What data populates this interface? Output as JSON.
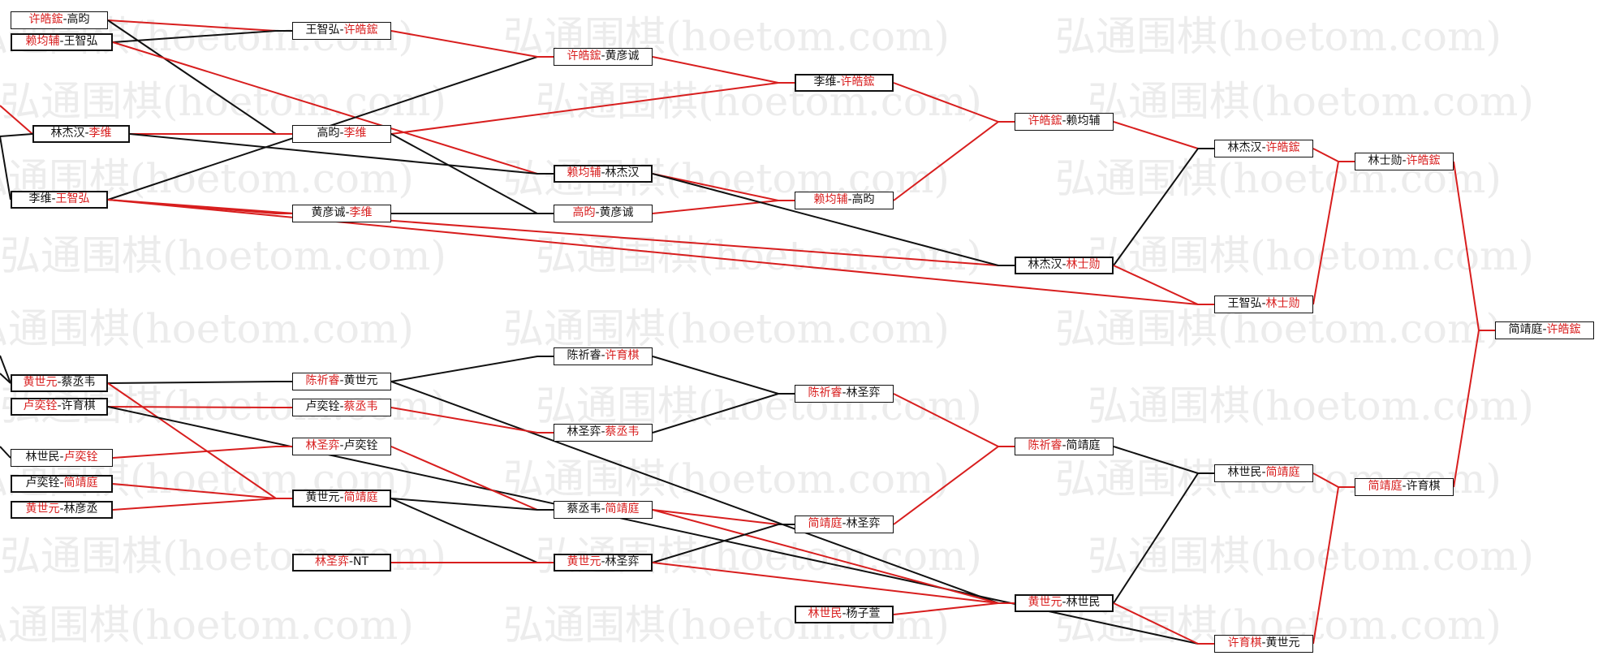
{
  "watermark": "弘通围棋(hoetom.com)",
  "colors": {
    "win": "#d81e1e",
    "lose": "#111111",
    "watermark": "#ececec"
  },
  "matches": [
    {
      "id": "r1_1",
      "p1": "许皓鋐",
      "p2": "高昀",
      "winner": 1
    },
    {
      "id": "r1_2",
      "p1": "赖均辅",
      "p2": "王智弘",
      "winner": 1
    },
    {
      "id": "r1_3",
      "p1": "林杰汉",
      "p2": "李维",
      "winner": 2
    },
    {
      "id": "r1_4",
      "p1": "李维",
      "p2": "王智弘",
      "winner": 2
    },
    {
      "id": "r1_5",
      "p1": "黄世元",
      "p2": "蔡丞韦",
      "winner": 1
    },
    {
      "id": "r1_6",
      "p1": "卢奕铨",
      "p2": "许育棋",
      "winner": 1
    },
    {
      "id": "r1_7",
      "p1": "林世民",
      "p2": "卢奕铨",
      "winner": 2
    },
    {
      "id": "r1_8",
      "p1": "卢奕铨",
      "p2": "简靖庭",
      "winner": 2
    },
    {
      "id": "r1_9",
      "p1": "黄世元",
      "p2": "林彦丞",
      "winner": 1
    },
    {
      "id": "r2_1",
      "p1": "王智弘",
      "p2": "许皓鋐",
      "winner": 2
    },
    {
      "id": "r2_2",
      "p1": "高昀",
      "p2": "李维",
      "winner": 2
    },
    {
      "id": "r2_3",
      "p1": "黄彦诚",
      "p2": "李维",
      "winner": 2
    },
    {
      "id": "r2_4",
      "p1": "陈祈睿",
      "p2": "黄世元",
      "winner": 1
    },
    {
      "id": "r2_5",
      "p1": "卢奕铨",
      "p2": "蔡丞韦",
      "winner": 2
    },
    {
      "id": "r2_6",
      "p1": "林圣弈",
      "p2": "卢奕铨",
      "winner": 1
    },
    {
      "id": "r2_7",
      "p1": "黄世元",
      "p2": "简靖庭",
      "winner": 2
    },
    {
      "id": "r2_8",
      "p1": "林圣弈",
      "p2": "NT",
      "winner": 1
    },
    {
      "id": "r3_1",
      "p1": "许皓鋐",
      "p2": "黄彦诚",
      "winner": 1
    },
    {
      "id": "r3_2",
      "p1": "赖均辅",
      "p2": "林杰汉",
      "winner": 1
    },
    {
      "id": "r3_3",
      "p1": "高昀",
      "p2": "黄彦诚",
      "winner": 1
    },
    {
      "id": "r3_4",
      "p1": "陈祈睿",
      "p2": "许育棋",
      "winner": 2
    },
    {
      "id": "r3_5",
      "p1": "林圣弈",
      "p2": "蔡丞韦",
      "winner": 2
    },
    {
      "id": "r3_6",
      "p1": "蔡丞韦",
      "p2": "简靖庭",
      "winner": 2
    },
    {
      "id": "r3_7",
      "p1": "黄世元",
      "p2": "林圣弈",
      "winner": 1
    },
    {
      "id": "r4_1",
      "p1": "李维",
      "p2": "许皓鋐",
      "winner": 2
    },
    {
      "id": "r4_2",
      "p1": "赖均辅",
      "p2": "高昀",
      "winner": 1
    },
    {
      "id": "r4_3",
      "p1": "陈祈睿",
      "p2": "林圣弈",
      "winner": 1
    },
    {
      "id": "r4_4",
      "p1": "简靖庭",
      "p2": "林圣弈",
      "winner": 1
    },
    {
      "id": "r4_5",
      "p1": "林世民",
      "p2": "杨子萱",
      "winner": 1
    },
    {
      "id": "r5_1",
      "p1": "许皓鋐",
      "p2": "赖均辅",
      "winner": 1
    },
    {
      "id": "r5_2",
      "p1": "林杰汉",
      "p2": "林士勋",
      "winner": 2
    },
    {
      "id": "r5_3",
      "p1": "陈祈睿",
      "p2": "简靖庭",
      "winner": 1
    },
    {
      "id": "r5_4",
      "p1": "黄世元",
      "p2": "林世民",
      "winner": 1
    },
    {
      "id": "r6_1",
      "p1": "林杰汉",
      "p2": "许皓鋐",
      "winner": 2
    },
    {
      "id": "r6_2",
      "p1": "王智弘",
      "p2": "林士勋",
      "winner": 2
    },
    {
      "id": "r6_3",
      "p1": "林世民",
      "p2": "简靖庭",
      "winner": 2
    },
    {
      "id": "r6_4",
      "p1": "许育棋",
      "p2": "黄世元",
      "winner": 1
    },
    {
      "id": "r7_1",
      "p1": "林士勋",
      "p2": "许皓鋐",
      "winner": 2
    },
    {
      "id": "r7_2",
      "p1": "简靖庭",
      "p2": "许育棋",
      "winner": 1
    },
    {
      "id": "r8_1",
      "p1": "简靖庭",
      "p2": "许皓鋐",
      "winner": 2
    }
  ],
  "connections": [
    [
      "r1_1",
      "r2_1",
      1
    ],
    [
      "r1_1",
      "r2_2",
      0
    ],
    [
      "r1_2",
      "r2_1",
      0
    ],
    [
      "r1_2",
      "r3_2",
      1
    ],
    [
      "r1_3",
      "r2_2",
      1
    ],
    [
      "r1_3",
      "r3_2",
      0
    ],
    [
      "r1_4",
      "r2_3",
      1
    ],
    [
      "r1_4",
      "r3_1",
      0
    ],
    [
      "r1_4",
      "r5_2",
      1
    ],
    [
      "r1_4",
      "r6_2",
      1
    ],
    [
      "r2_1",
      "r3_1",
      1
    ],
    [
      "r2_2",
      "r4_1",
      1
    ],
    [
      "r2_2",
      "r3_3",
      0
    ],
    [
      "r2_3",
      "r3_3",
      0
    ],
    [
      "r3_1",
      "r4_1",
      1
    ],
    [
      "r3_2",
      "r4_2",
      1
    ],
    [
      "r3_3",
      "r4_2",
      1
    ],
    [
      "r3_2",
      "r5_2",
      0
    ],
    [
      "r4_1",
      "r5_1",
      1
    ],
    [
      "r4_2",
      "r5_1",
      1
    ],
    [
      "r5_1",
      "r6_1",
      1
    ],
    [
      "r5_2",
      "r6_1",
      0
    ],
    [
      "r5_2",
      "r6_2",
      1
    ],
    [
      "r6_1",
      "r7_1",
      1
    ],
    [
      "r6_2",
      "r7_1",
      1
    ],
    [
      "r7_1",
      "r8_1",
      1
    ],
    [
      "r1_5",
      "r2_4",
      0
    ],
    [
      "r1_5",
      "r2_7",
      1
    ],
    [
      "r1_6",
      "r2_5",
      1
    ],
    [
      "r1_6",
      "r6_4",
      0
    ],
    [
      "r1_7",
      "r2_6",
      1
    ],
    [
      "r1_8",
      "r2_7",
      1
    ],
    [
      "r1_9",
      "r2_7",
      1
    ],
    [
      "r2_4",
      "r3_4",
      0
    ],
    [
      "r2_4",
      "r5_4",
      0
    ],
    [
      "r2_5",
      "r3_5",
      1
    ],
    [
      "r2_6",
      "r3_6",
      1
    ],
    [
      "r2_7",
      "r3_6",
      0
    ],
    [
      "r2_7",
      "r3_7",
      0
    ],
    [
      "r2_8",
      "r3_7",
      1
    ],
    [
      "r3_4",
      "r4_3",
      0
    ],
    [
      "r3_5",
      "r4_3",
      0
    ],
    [
      "r3_6",
      "r4_4",
      1
    ],
    [
      "r3_6",
      "r5_4",
      1
    ],
    [
      "r3_7",
      "r4_4",
      0
    ],
    [
      "r3_7",
      "r5_4",
      1
    ],
    [
      "r4_3",
      "r5_3",
      1
    ],
    [
      "r4_4",
      "r5_3",
      1
    ],
    [
      "r4_5",
      "r5_4",
      1
    ],
    [
      "r5_3",
      "r6_3",
      0
    ],
    [
      "r5_4",
      "r6_3",
      0
    ],
    [
      "r5_4",
      "r6_4",
      1
    ],
    [
      "r6_3",
      "r7_2",
      1
    ],
    [
      "r6_4",
      "r7_2",
      1
    ],
    [
      "r7_2",
      "r8_1",
      1
    ]
  ]
}
